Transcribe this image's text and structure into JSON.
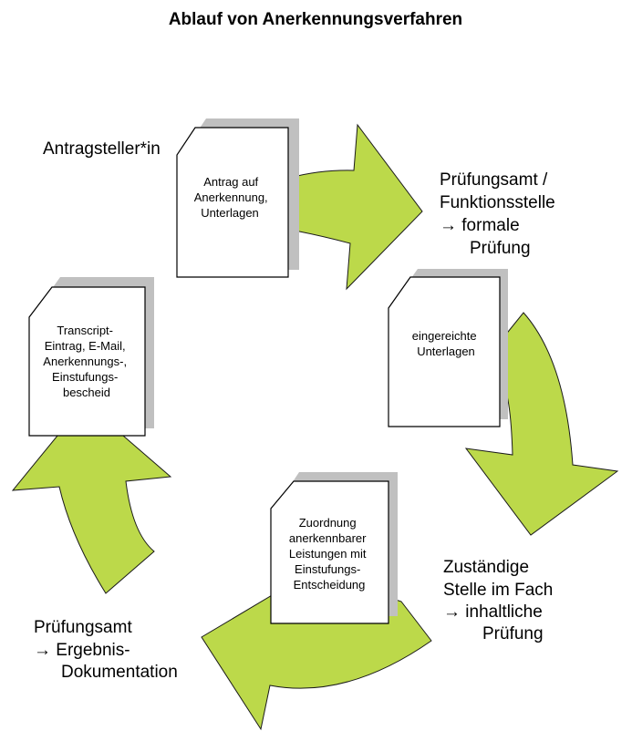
{
  "title": "Ablauf von Anerkennungsverfahren",
  "colors": {
    "arrow_fill": "#bcd94a",
    "document_shadow": "#c0c0c0",
    "document_fill": "#ffffff",
    "text": "#000000"
  },
  "actors": {
    "applicant": {
      "lines": [
        "Antragsteller*in"
      ]
    },
    "exam_office_formal": {
      "lines": [
        "Prüfungsamt  /",
        "Funktionsstelle",
        "→  formale",
        "Prüfung"
      ]
    },
    "department": {
      "lines": [
        "Zuständige",
        "Stelle im Fach",
        "→    inhaltliche",
        "Prüfung"
      ]
    },
    "exam_office_result": {
      "lines": [
        "Prüfungsamt",
        "→  Ergebnis-",
        "Dokumentation"
      ]
    }
  },
  "documents": {
    "application": {
      "lines": [
        "Antrag auf",
        "Anerkennung,",
        "Unterlagen"
      ]
    },
    "submitted": {
      "lines": [
        "eingereichte",
        "Unterlagen"
      ]
    },
    "assignment": {
      "lines": [
        "Zuordnung",
        "anerkennbarer",
        "Leistungen mit",
        "Einstufungs-",
        "Entscheidung"
      ]
    },
    "result": {
      "lines": [
        "Transcript-",
        "Eintrag, E-Mail,",
        "Anerkennungs-,",
        "Einstufungs-",
        "bescheid"
      ]
    }
  },
  "flow_arrows": [
    {
      "name": "arrow-to-exam-office",
      "direction": "right"
    },
    {
      "name": "arrow-to-department",
      "direction": "down"
    },
    {
      "name": "arrow-to-result-documentation",
      "direction": "left"
    },
    {
      "name": "arrow-to-applicant",
      "direction": "up"
    }
  ]
}
